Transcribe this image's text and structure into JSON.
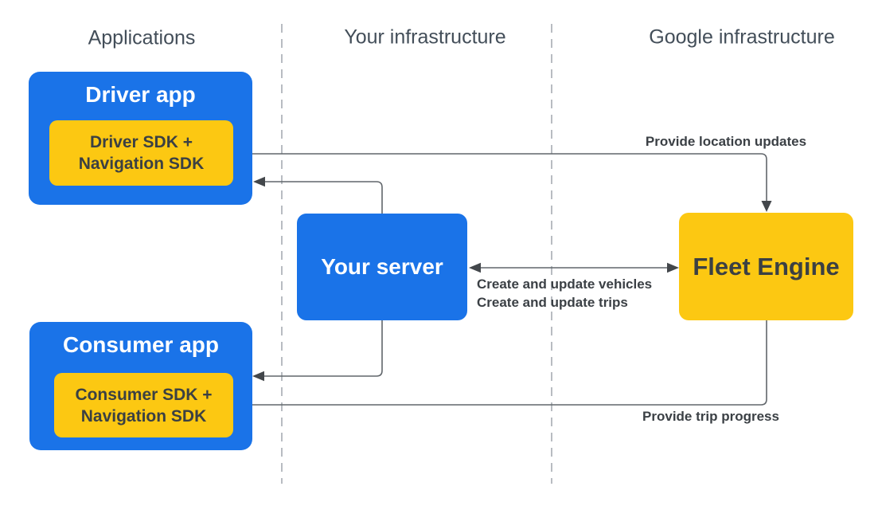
{
  "columns": [
    {
      "label": "Applications"
    },
    {
      "label": "Your infrastructure"
    },
    {
      "label": "Google infrastructure"
    }
  ],
  "nodes": {
    "driver_app": {
      "title": "Driver app",
      "sdk_line1": "Driver SDK +",
      "sdk_line2": "Navigation SDK"
    },
    "consumer_app": {
      "title": "Consumer app",
      "sdk_line1": "Consumer SDK +",
      "sdk_line2": "Navigation SDK"
    },
    "your_server": {
      "title": "Your server"
    },
    "fleet_engine": {
      "title": "Fleet Engine"
    }
  },
  "arrows": {
    "location_updates": {
      "label": "Provide location updates",
      "from": "Driver SDK + Navigation SDK",
      "to": "Fleet Engine",
      "direction": "one-way"
    },
    "server_to_driver_app": {
      "from": "Your server",
      "to": "Driver app",
      "direction": "one-way"
    },
    "server_fleet_engine": {
      "label_line1": "Create and update vehicles",
      "label_line2": "Create and update trips",
      "from": "Your server",
      "to": "Fleet Engine",
      "direction": "two-way"
    },
    "server_to_consumer_app": {
      "from": "Your server",
      "to": "Consumer app",
      "direction": "one-way"
    },
    "trip_progress": {
      "label": "Provide trip progress",
      "from": "Fleet Engine",
      "to": "Consumer SDK + Navigation SDK",
      "direction": "one-way"
    }
  },
  "colors": {
    "box_blue": "#1A73E8",
    "box_yellow": "#FCC812",
    "title_on_blue": "#FFFFFF",
    "text_dark": "#3B4043",
    "header_text": "#434E59",
    "arrow_line": "#61666B",
    "arrowhead": "#43474B",
    "divider": "#A6ACB2",
    "background": "#FFFFFF"
  }
}
